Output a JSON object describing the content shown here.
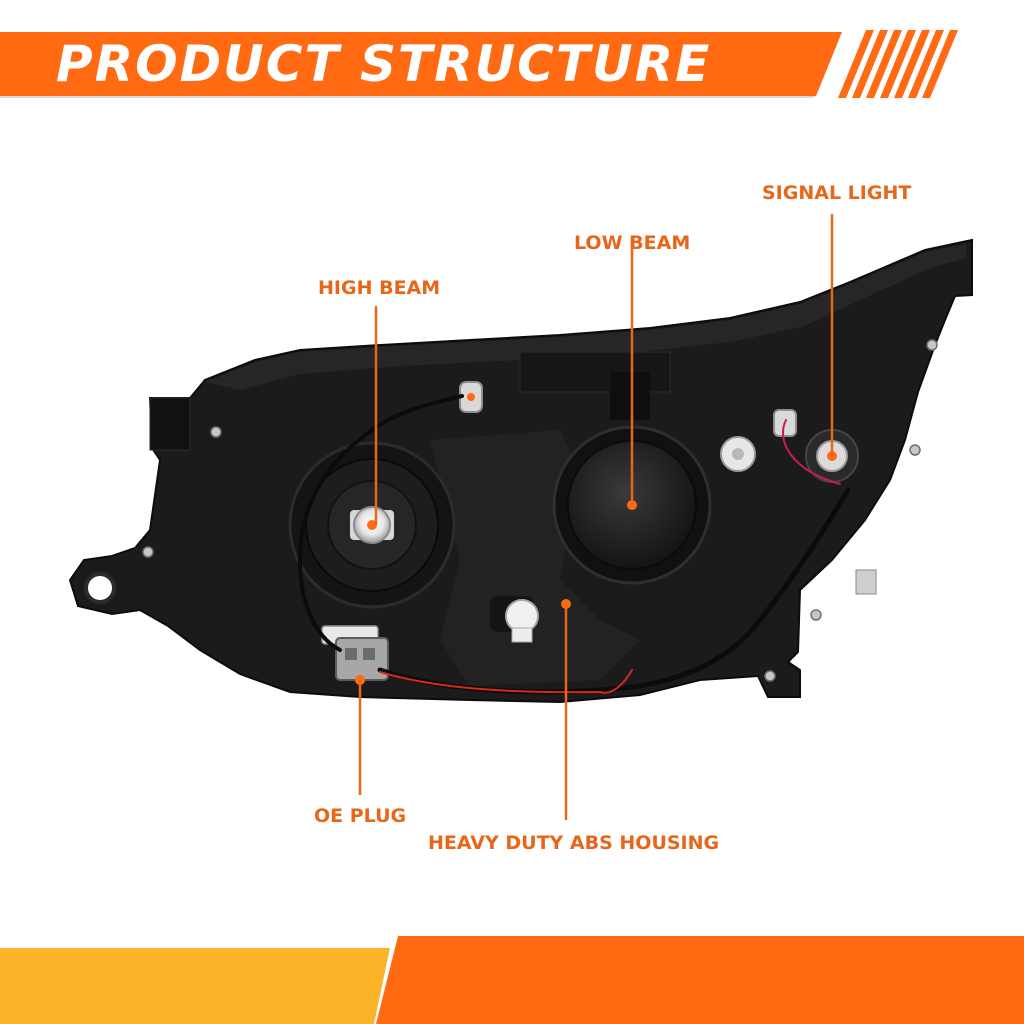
{
  "header": {
    "title": "PRODUCT STRUCTURE"
  },
  "callouts": {
    "signal_light": "SIGNAL LIGHT",
    "low_beam": "LOW BEAM",
    "high_beam": "HIGH BEAM",
    "oe_plug": "OE PLUG",
    "housing": "HEAVY DUTY ABS HOUSING"
  },
  "colors": {
    "accent": "#ff6a13",
    "accent_dark": "#e05a0a",
    "footer_yellow": "#fcb52a",
    "label_text": "#e8661a",
    "housing": "#1b1b1b"
  }
}
